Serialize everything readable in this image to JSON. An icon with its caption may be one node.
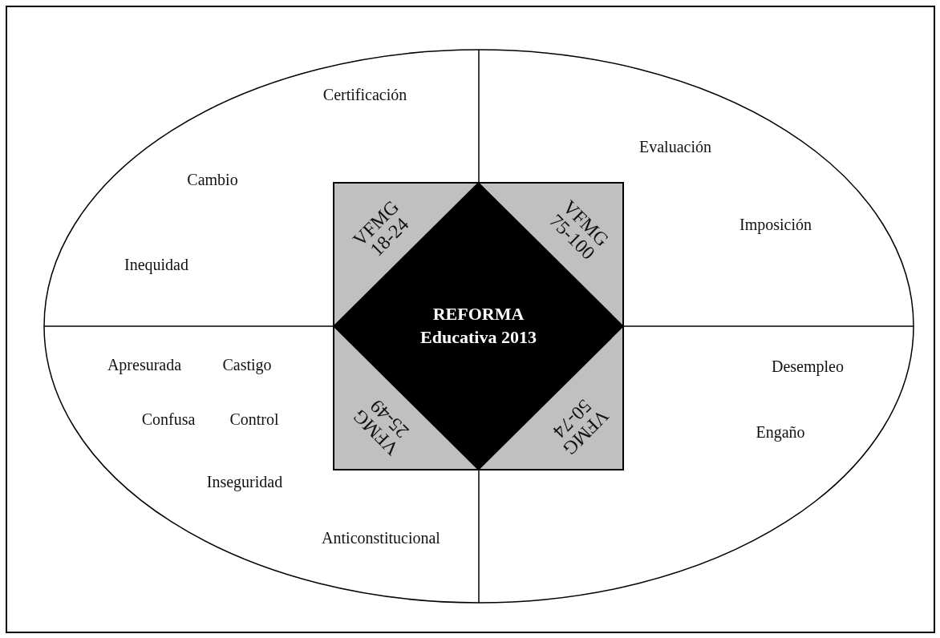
{
  "diagram": {
    "nodes": [
      {
        "text": [],
        "shape": "box"
      },
      {
        "text": [
          "VFMG 18-24"
        ],
        "in": 0
      },
      {
        "text": [
          "VFMG 75-100"
        ],
        "in": 0
      },
      {
        "text": [
          "REFORMA Educativa 2013"
        ],
        "in": 0
      },
      {
        "text": [
          "VFMG 25-49"
        ],
        "in": 0
      },
      {
        "text": [
          "VFMG 50-74"
        ],
        "in": 0
      }
    ],
    "labels": [
      "Certificación",
      "Cambio",
      "Evaluación",
      "Imposición",
      "Inequidad",
      "Apresurada",
      "Castigo",
      "Desempleo",
      "Confusa",
      "Control",
      "Engaño",
      "Inseguridad",
      "Anticonstitucional"
    ]
  }
}
